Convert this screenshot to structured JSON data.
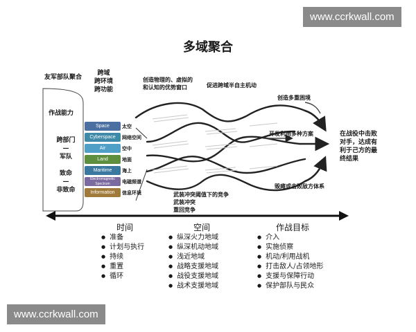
{
  "watermark_text": "www.ccrkwall.com",
  "title": "多域聚合",
  "left_header_1": "友军部队聚合",
  "left_header_2": [
    "跨域",
    "跨环境",
    "跨功能"
  ],
  "left_labels": {
    "capability": "作战能力",
    "joint": [
      "跨部门",
      "—",
      "军队"
    ],
    "lethal": [
      "致命",
      "—",
      "非致命"
    ]
  },
  "layers": [
    {
      "label": "Space",
      "side": "太空",
      "color": "#4a6fa0"
    },
    {
      "label": "Cyberspace",
      "side": "网络空间",
      "color": "#3f8aa8"
    },
    {
      "label": "Air",
      "side": "空中",
      "color": "#4f9fc6"
    },
    {
      "label": "Land",
      "side": "地面",
      "color": "#5d8f3e"
    },
    {
      "label": "Maritime",
      "side": "海上",
      "color": "#3a78a0"
    },
    {
      "label": "Electromagnetic Spectrum",
      "side": "电磁频谱",
      "color": "#7a6aa0"
    },
    {
      "label": "Information",
      "side": "信息环境",
      "color": "#a07a3a"
    }
  ],
  "annotations": {
    "window": [
      "创造物理的、虚拟的",
      "和认知的优势窗口"
    ],
    "semi_auto": "促进跨域半自主机动",
    "multi_dilemma": "创造多重困境",
    "exploit": "开发利用多种方案",
    "outcome": [
      "在战役中击败",
      "对手，达成有",
      "利于己方的最",
      "终结果"
    ],
    "paralyze": "毁瘫或击败敌方体系",
    "competition": [
      "武装冲突阈值下的竞争",
      "武装冲突",
      "重回竞争"
    ]
  },
  "columns": [
    {
      "header": "时间",
      "items": [
        "准备",
        "计划与执行",
        "持续",
        "重置",
        "循环"
      ]
    },
    {
      "header": "空间",
      "items": [
        "纵深火力地域",
        "纵深机动地域",
        "浅近地域",
        "战略支援地域",
        "战役支援地域",
        "战术支援地域"
      ]
    },
    {
      "header": "作战目标",
      "items": [
        "介入",
        "实施侦察",
        "机动/利用战机",
        "打击敌人/占领地形",
        "支援与保障行动",
        "保护部队与民众"
      ]
    }
  ]
}
